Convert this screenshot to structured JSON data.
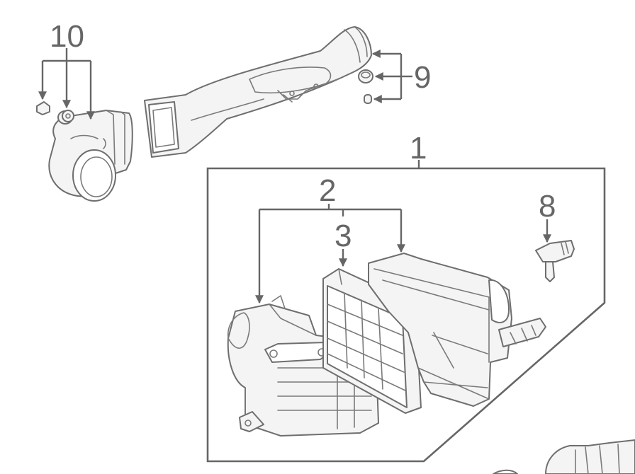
{
  "callouts": {
    "c1": "1",
    "c2": "2",
    "c3": "3",
    "c8": "8",
    "c9": "9",
    "c10": "10"
  },
  "colors": {
    "line": "#6e6e6e",
    "fill": "#f4f4f4",
    "background": "#ffffff"
  }
}
